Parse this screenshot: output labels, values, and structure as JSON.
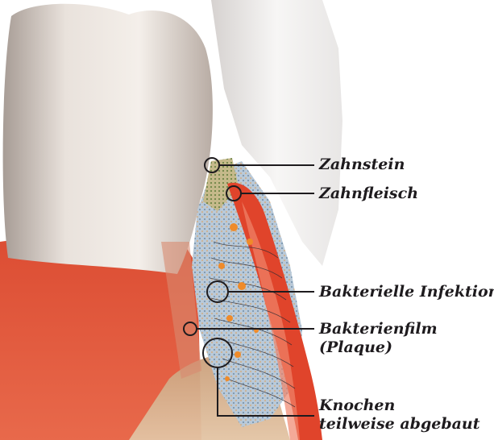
{
  "labels": {
    "zahnstein": "Zahnstein",
    "zahnfleisch": "Zahnfleisch",
    "bakterielle_infektion": "Bakterielle Infektion",
    "bakterienfilm_line1": "Bakterienfilm",
    "bakterienfilm_line2": "(Plaque)",
    "knochen_line1": "Knochen",
    "knochen_line2": "teilweise abgebaut"
  },
  "colors": {
    "background": "#ffffff",
    "tooth_enamel": "#efe8e2",
    "tooth_shadow": "#bfb3ab",
    "gum_red": "#e4553a",
    "gum_dark": "#c2361f",
    "bone": "#d7b391",
    "plaque_blue": "#9fb8cf",
    "tartar_green": "#8f9b52",
    "infection_orange": "#ef8b2a",
    "callout_line": "#1e1b1e"
  }
}
